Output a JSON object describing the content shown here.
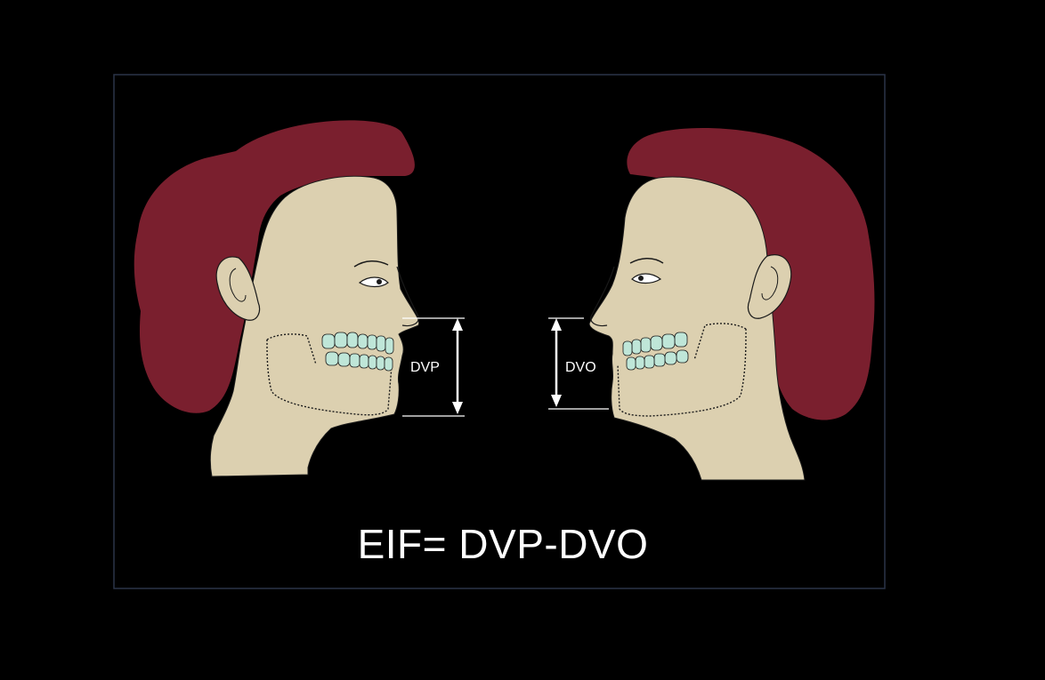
{
  "figure": {
    "labels": {
      "left_measure": "DVP",
      "right_measure": "DVO"
    },
    "formula": "EIF= DVP-DVO"
  },
  "colors": {
    "background": "#000000",
    "hair": "#7a1f2e",
    "skin": "#dcd0b0",
    "teeth": "#bfe6d8",
    "outline": "#1a1a1a",
    "arrows": "#ffffff",
    "frame_border": "#2a3448"
  },
  "icons": {
    "left_head": "profile-head-facing-right",
    "right_head": "profile-head-facing-left",
    "arrow": "double-headed-vertical-arrow"
  }
}
